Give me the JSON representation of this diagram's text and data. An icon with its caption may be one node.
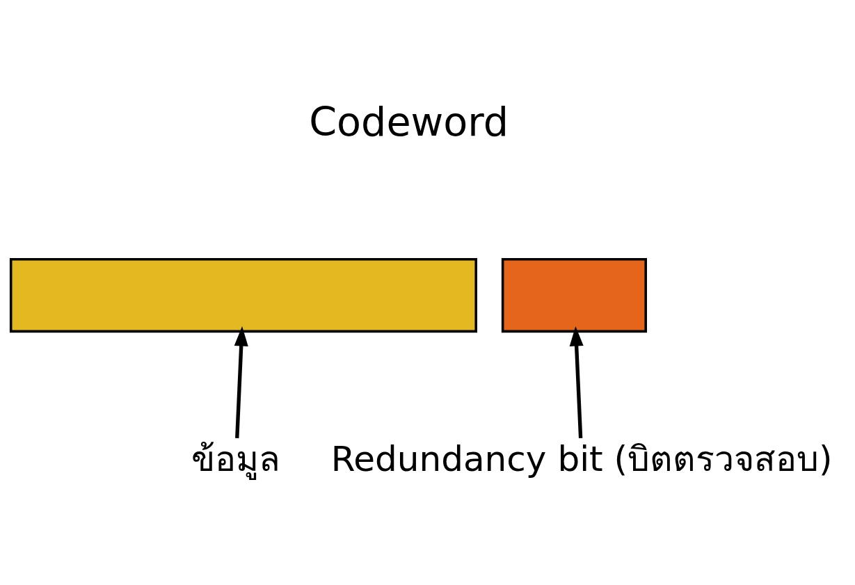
{
  "diagram": {
    "nodes": [
      {
        "text": [],
        "shape": "bar"
      },
      {
        "text": [],
        "shape": "bar"
      },
      {
        "text": [
          "ข้อมูล"
        ]
      },
      {
        "text": [
          "Redundancy bit (บิตตรวจสอบ)"
        ]
      }
    ],
    "edges": [
      {
        "from": 2,
        "to": 0,
        "arrow": "to"
      },
      {
        "from": 3,
        "to": 1,
        "arrow": "to"
      }
    ],
    "labels": [
      "Codeword"
    ]
  }
}
